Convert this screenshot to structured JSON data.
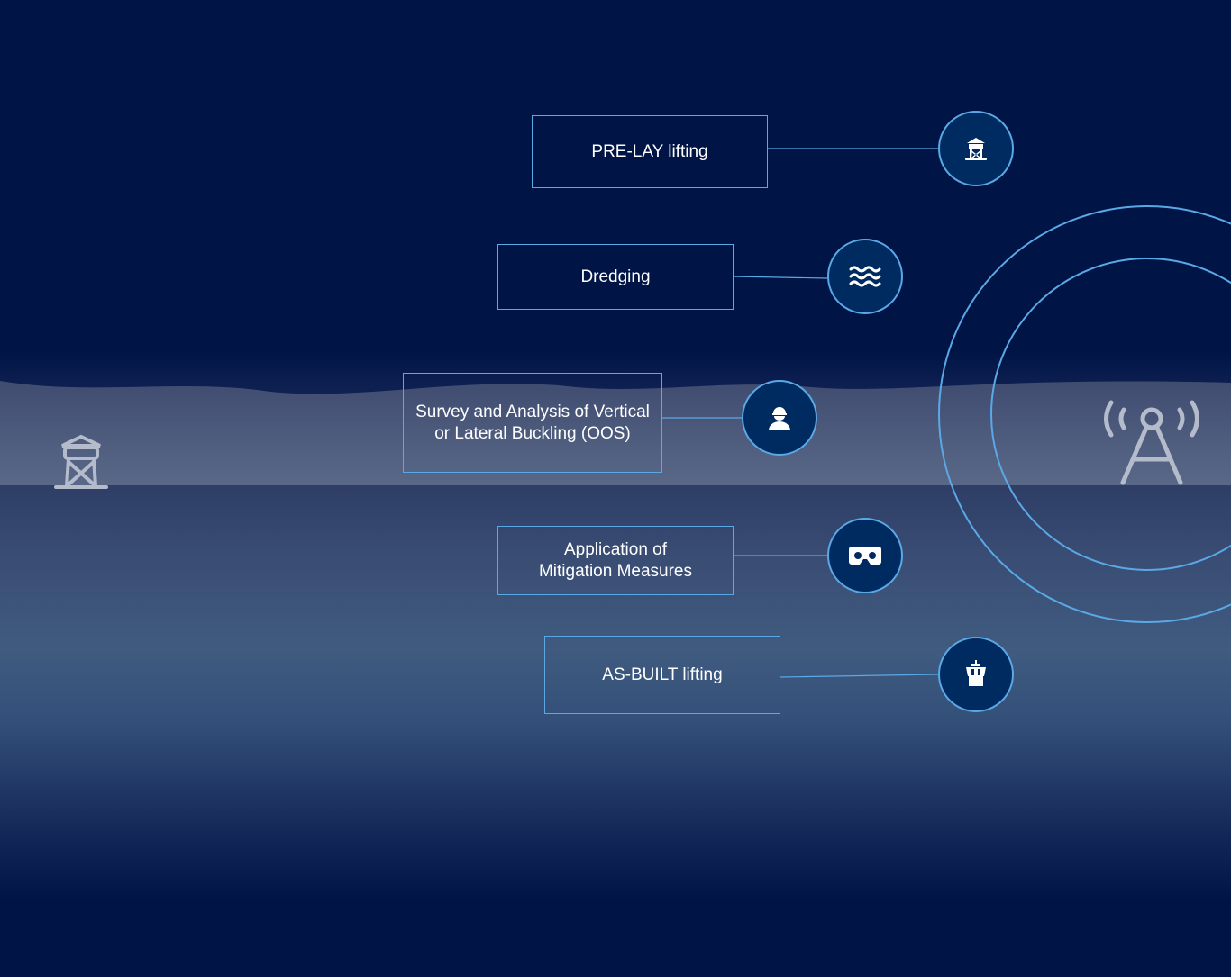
{
  "steps": [
    {
      "label": "PRE-LAY lifting",
      "icon": "watchtower-icon"
    },
    {
      "label": "Dredging",
      "icon": "water-waves-icon"
    },
    {
      "label": "Survey and Analysis of Vertical or Lateral Buckling (OOS)",
      "icon": "worker-hardhat-icon"
    },
    {
      "label": "Application of Mitigation Measures",
      "icon": "vr-goggles-icon"
    },
    {
      "label": "AS-BUILT lifting",
      "icon": "control-tower-icon"
    }
  ],
  "colors": {
    "background": "#001446",
    "accent": "#5aa8e6",
    "circle_fill": "#002b60"
  }
}
